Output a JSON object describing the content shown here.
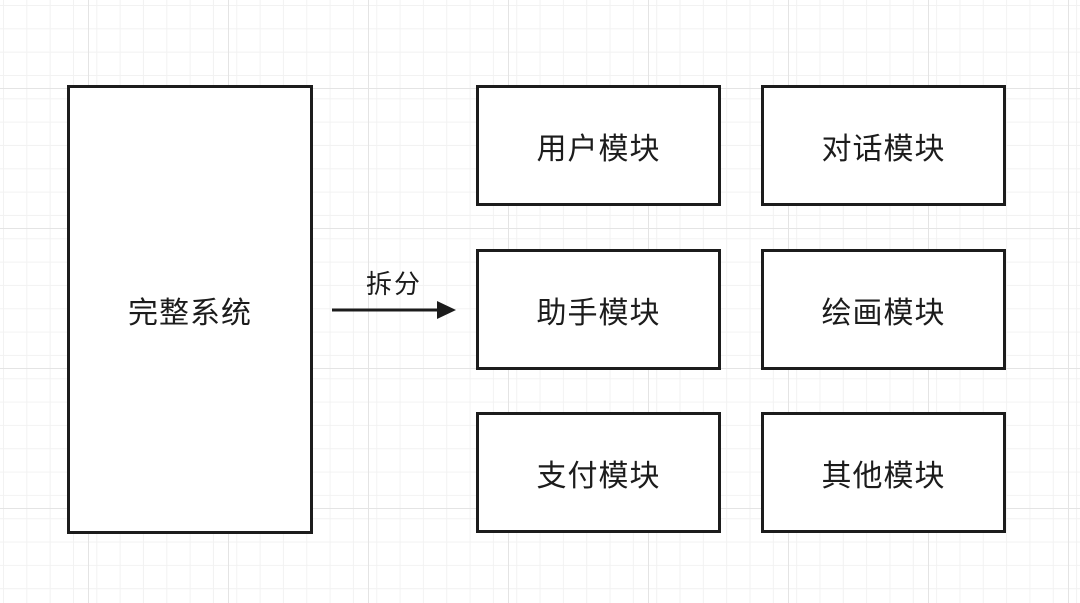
{
  "diagram": {
    "source": {
      "label": "完整系统"
    },
    "arrow": {
      "label": "拆分"
    },
    "modules": [
      {
        "label": "用户模块"
      },
      {
        "label": "对话模块"
      },
      {
        "label": "助手模块"
      },
      {
        "label": "绘画模块"
      },
      {
        "label": "支付模块"
      },
      {
        "label": "其他模块"
      }
    ],
    "colors": {
      "border": "#1c1c1c",
      "text": "#1c1c1c",
      "background": "#ffffff",
      "grid_minor": "#f2f2f2",
      "grid_major": "#e4e4e4"
    }
  }
}
